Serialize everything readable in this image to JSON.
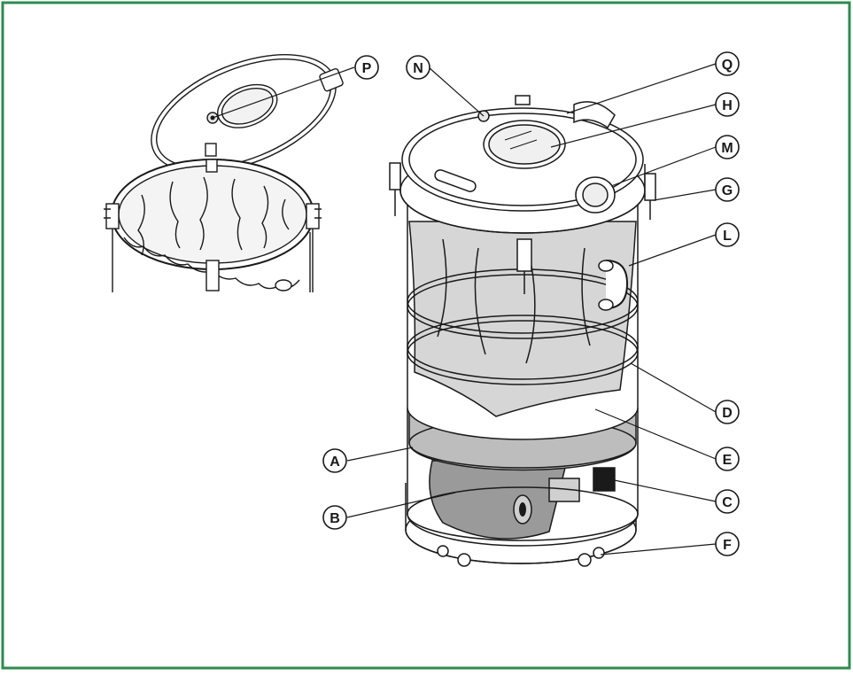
{
  "colors": {
    "frame": "#2e8b4f",
    "line": "#1a1a1a",
    "bag": "#d6d6d6",
    "mesh": "#bdbdbd",
    "dark_panel": "#9a9a9a",
    "label_fill": "#ffffff"
  },
  "labels": {
    "P": "P",
    "N": "N",
    "Q": "Q",
    "H": "H",
    "M": "M",
    "G": "G",
    "L": "L",
    "D": "D",
    "E": "E",
    "A": "A",
    "B": "B",
    "C": "C",
    "F": "F"
  }
}
